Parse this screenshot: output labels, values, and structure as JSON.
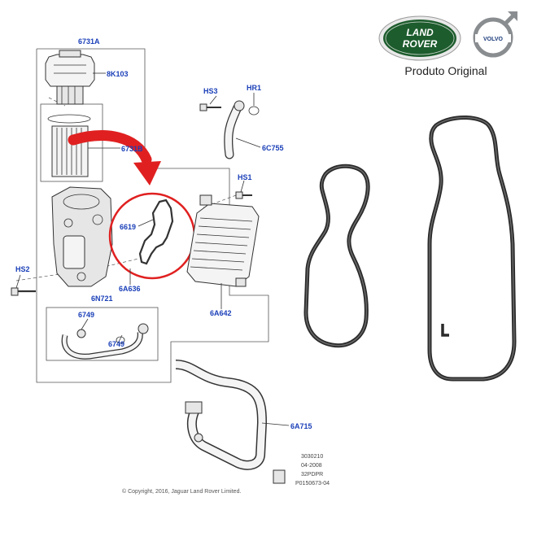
{
  "brand": {
    "land_rover_line1": "LAND",
    "land_rover_line2": "ROVER",
    "volvo": "VOLVO",
    "caption": "Produto Original",
    "colors": {
      "land_rover_green": "#1d5c2d",
      "volvo_blue": "#1c3b7a",
      "volvo_grey": "#8a8d90"
    }
  },
  "diagram": {
    "part_labels": {
      "assembly": "6731A",
      "cap": "8K103",
      "element": "6731B",
      "bolt_hs3": "HS3",
      "hose_clamp_hr1": "HR1",
      "tube_6c755": "6C755",
      "bolt_hs1": "HS1",
      "gasket": "6619",
      "seal_6a636": "6A636",
      "cooler": "6A642",
      "bolt_hs2": "HS2",
      "tube_assembly": "6N721",
      "seal_6749_top": "6749",
      "seal_6749_bottom": "6749",
      "hose_6a715": "6A715"
    },
    "reference_lines": [
      "3030210",
      "04-2008",
      "32PDPR",
      "P0150673-04"
    ],
    "copyright": "© Copyright, 2016, Jaguar Land Rover Limited.",
    "highlight_color": "#e02020"
  }
}
